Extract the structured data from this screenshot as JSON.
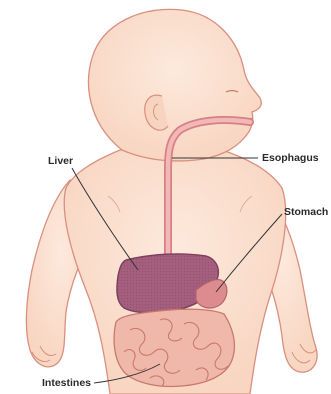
{
  "labels": {
    "liver": "Liver",
    "esophagus": "Esophagus",
    "stomach": "Stomach",
    "intestines": "Intestines"
  },
  "colors": {
    "skin": "#fbe3d3",
    "skin_shade": "#f4cdb6",
    "outline": "#d98f7f",
    "liver": "#a45e7e",
    "liver_outline": "#7d3f5d",
    "esophagus": "#e9a3a5",
    "stomach": "#dc8c8f",
    "intestine": "#f0b8aa",
    "intestine_line": "#c9786c",
    "leader": "#333333"
  }
}
